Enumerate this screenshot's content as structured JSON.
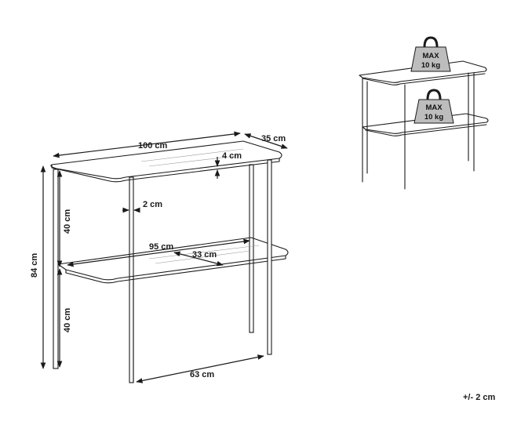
{
  "dimensions": {
    "width": "100 cm",
    "depth": "35 cm",
    "top_thickness": "4 cm",
    "leg_thickness": "2 cm",
    "upper_height": "40 cm",
    "total_height": "84 cm",
    "lower_height": "40 cm",
    "shelf_width": "95 cm",
    "shelf_depth": "33 cm",
    "leg_spread": "63 cm"
  },
  "load_labels": {
    "top": {
      "line1": "MAX",
      "line2": "10 kg"
    },
    "shelf": {
      "line1": "MAX",
      "line2": "10 kg"
    }
  },
  "tolerance": "+/- 2 cm"
}
